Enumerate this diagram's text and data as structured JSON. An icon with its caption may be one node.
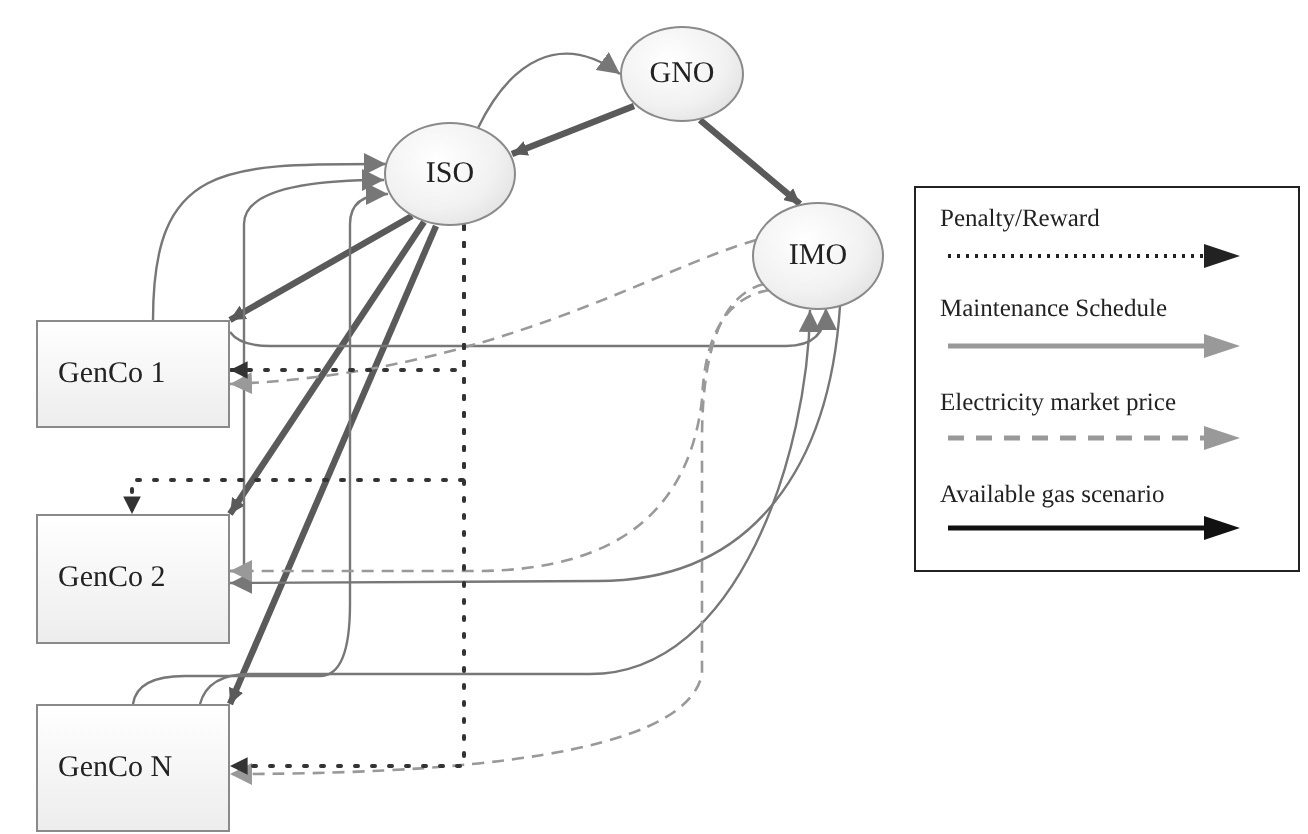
{
  "diagram": {
    "nodes": [
      {
        "text": [
          "GNO"
        ]
      },
      {
        "text": [
          "ISO"
        ]
      },
      {
        "text": [
          "IMO"
        ]
      },
      {
        "text": [
          "GenCo 1"
        ]
      },
      {
        "text": [
          "GenCo 2"
        ]
      },
      {
        "text": [
          "GenCo N"
        ]
      }
    ],
    "edges": [
      {
        "from": 1,
        "to": 0,
        "arrow": "to",
        "color": "#777777"
      },
      {
        "from": 0,
        "to": 1,
        "arrow": "to",
        "style": "thick"
      },
      {
        "from": 0,
        "to": 2,
        "arrow": "to",
        "style": "thick"
      },
      {
        "from": 1,
        "to": 3,
        "arrow": "to",
        "style": "thick"
      },
      {
        "from": 1,
        "to": 4,
        "arrow": "to",
        "style": "thick"
      },
      {
        "from": 1,
        "to": 5,
        "arrow": "to",
        "style": "thick"
      },
      {
        "from": 3,
        "to": 1,
        "arrow": "to",
        "color": "#777777"
      },
      {
        "from": 4,
        "to": 1,
        "arrow": "to",
        "color": "#777777"
      },
      {
        "from": 5,
        "to": 1,
        "arrow": "to",
        "color": "#777777"
      },
      {
        "from": 3,
        "to": 2,
        "arrow": "to",
        "color": "#777777"
      },
      {
        "from": 2,
        "to": 4,
        "arrow": "to",
        "color": "#777777"
      },
      {
        "from": 5,
        "to": 2,
        "arrow": "to",
        "color": "#777777"
      },
      {
        "from": 2,
        "to": 3,
        "arrow": "to",
        "style": "dashed",
        "color": "#999999"
      },
      {
        "from": 2,
        "to": 4,
        "arrow": "to",
        "style": "dashed",
        "color": "#999999"
      },
      {
        "from": 2,
        "to": 5,
        "arrow": "to",
        "style": "dashed",
        "color": "#999999"
      },
      {
        "from": 1,
        "to": 3,
        "arrow": "to",
        "style": "dashed",
        "color": "#333333"
      },
      {
        "from": 1,
        "to": 4,
        "arrow": "to",
        "style": "dashed",
        "color": "#333333"
      },
      {
        "from": 1,
        "to": 5,
        "arrow": "to",
        "style": "dashed",
        "color": "#333333"
      }
    ],
    "legend": [
      {
        "text": "Penalty/Reward"
      },
      {
        "text": "Maintenance Schedule"
      },
      {
        "text": "Electricity market price"
      },
      {
        "text": "Available gas scenario"
      }
    ]
  }
}
